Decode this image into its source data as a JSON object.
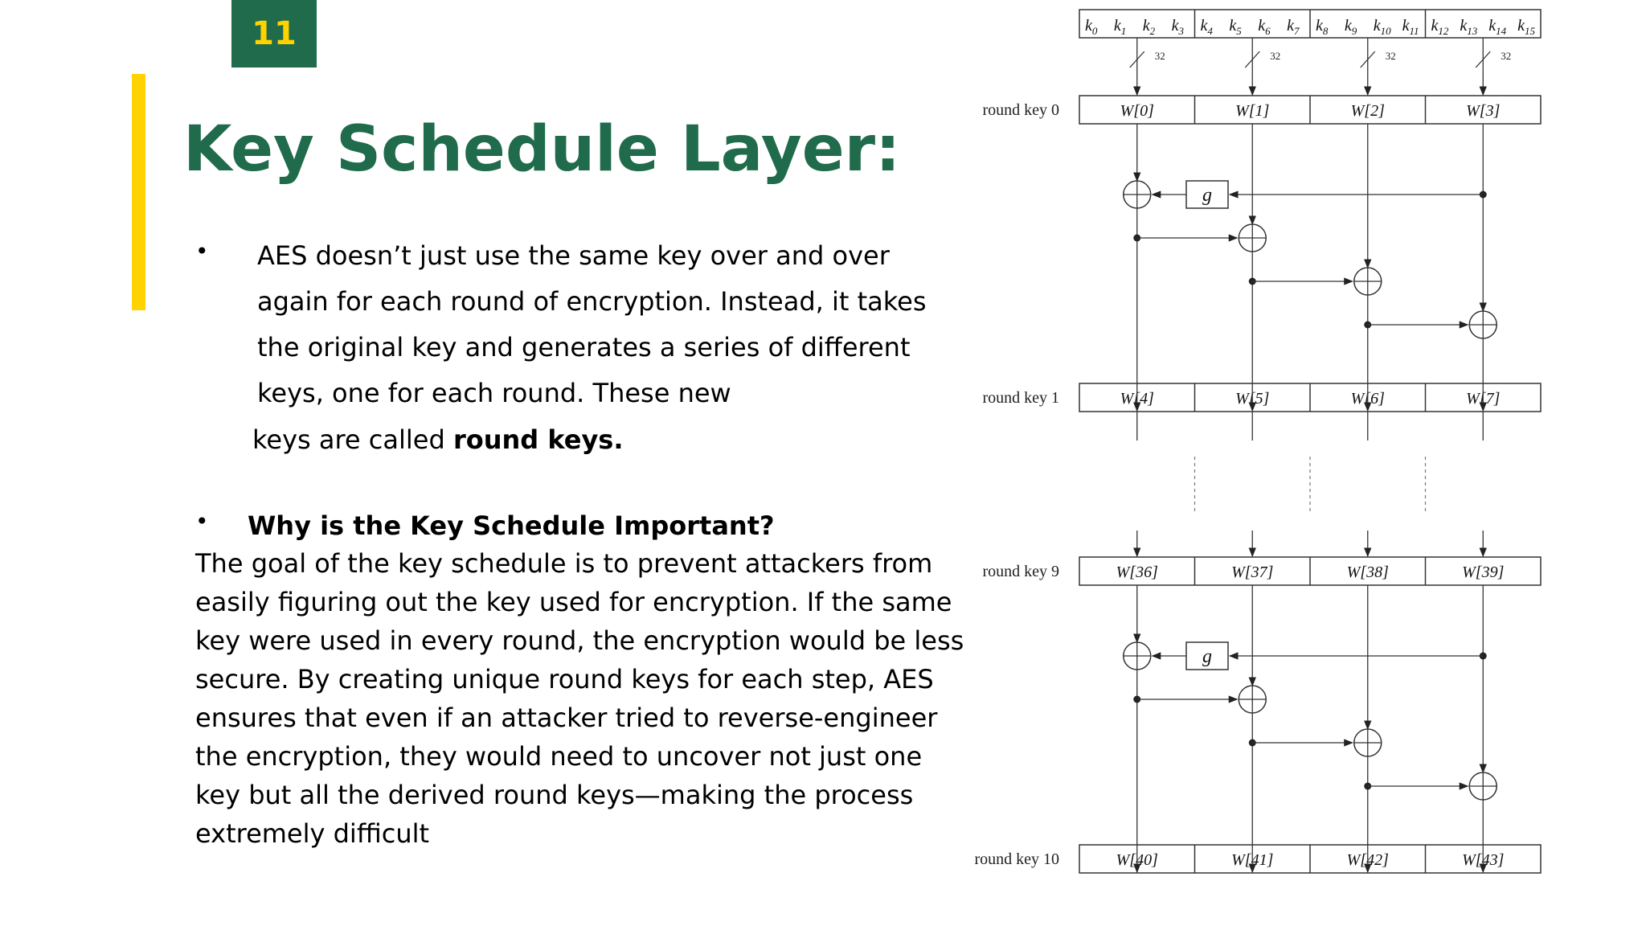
{
  "slide": {
    "number": "11",
    "title": "Key Schedule Layer:"
  },
  "bullet1": {
    "line1": "AES doesn’t just use the same key over and over",
    "line2": "again for each round of encryption. Instead, it takes",
    "line3": "the original key and generates a series of different",
    "line4": "keys, one for each round. These new",
    "line5_prefix": "keys are called ",
    "line5_bold": "round keys."
  },
  "bullet2": {
    "heading": "Why is the Key Schedule Important?",
    "body": "The goal of the key schedule is to prevent attackers from easily figuring out the key used for encryption. If the same key were used in every round, the encryption would be less secure. By creating unique round keys for each step, AES ensures that even if an attacker tried to reverse-engineer the encryption, they would need to uncover not just one key but all the derived round keys—making the process extremely difficult"
  },
  "diagram": {
    "key_bytes": [
      "0",
      "1",
      "2",
      "3",
      "4",
      "5",
      "6",
      "7",
      "8",
      "9",
      "10",
      "11",
      "12",
      "13",
      "14",
      "15"
    ],
    "key_byte_letter": "k",
    "bus_width": "32",
    "g_label": "g",
    "rows": [
      {
        "label": "round key 0",
        "words": [
          "W[0]",
          "W[1]",
          "W[2]",
          "W[3]"
        ]
      },
      {
        "label": "round key 1",
        "words": [
          "W[4]",
          "W[5]",
          "W[6]",
          "W[7]"
        ]
      },
      {
        "label": "round key 9",
        "words": [
          "W[36]",
          "W[37]",
          "W[38]",
          "W[39]"
        ]
      },
      {
        "label": "round key 10",
        "words": [
          "W[40]",
          "W[41]",
          "W[42]",
          "W[43]"
        ]
      }
    ]
  }
}
